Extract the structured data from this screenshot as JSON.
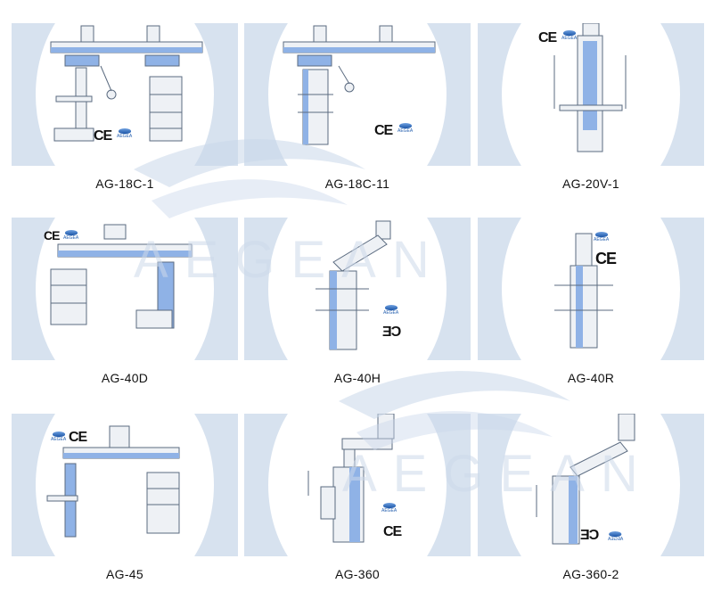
{
  "brand_watermark": "AEGEAN",
  "products": [
    {
      "model": "AG-18C-1"
    },
    {
      "model": "AG-18C-11"
    },
    {
      "model": "AG-20V-1"
    },
    {
      "model": "AG-40D"
    },
    {
      "model": "AG-40H"
    },
    {
      "model": "AG-40R"
    },
    {
      "model": "AG-45"
    },
    {
      "model": "AG-360"
    },
    {
      "model": "AG-360-2"
    }
  ],
  "certification_mark": "CE",
  "logo_text": "AEGEA",
  "colors": {
    "card_background": "#d7e2ef",
    "pendant_blue": "#8fb2e6",
    "pendant_grey": "#eef1f5",
    "outline": "#5b6b80"
  }
}
